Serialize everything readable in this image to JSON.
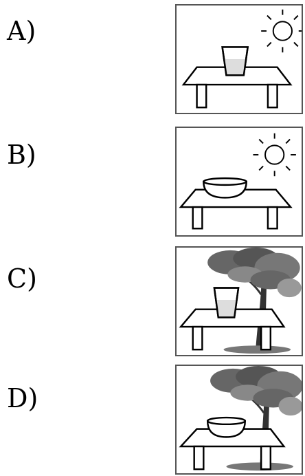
{
  "options": [
    {
      "label": "A)",
      "container": "cup",
      "environment": "sun"
    },
    {
      "label": "B)",
      "container": "bowl",
      "environment": "sun"
    },
    {
      "label": "C)",
      "container": "cup",
      "environment": "tree-shade"
    },
    {
      "label": "D)",
      "container": "bowl",
      "environment": "tree-shade"
    }
  ],
  "colors": {
    "ink": "#000000",
    "frame": "#555555",
    "background": "#ffffff"
  }
}
